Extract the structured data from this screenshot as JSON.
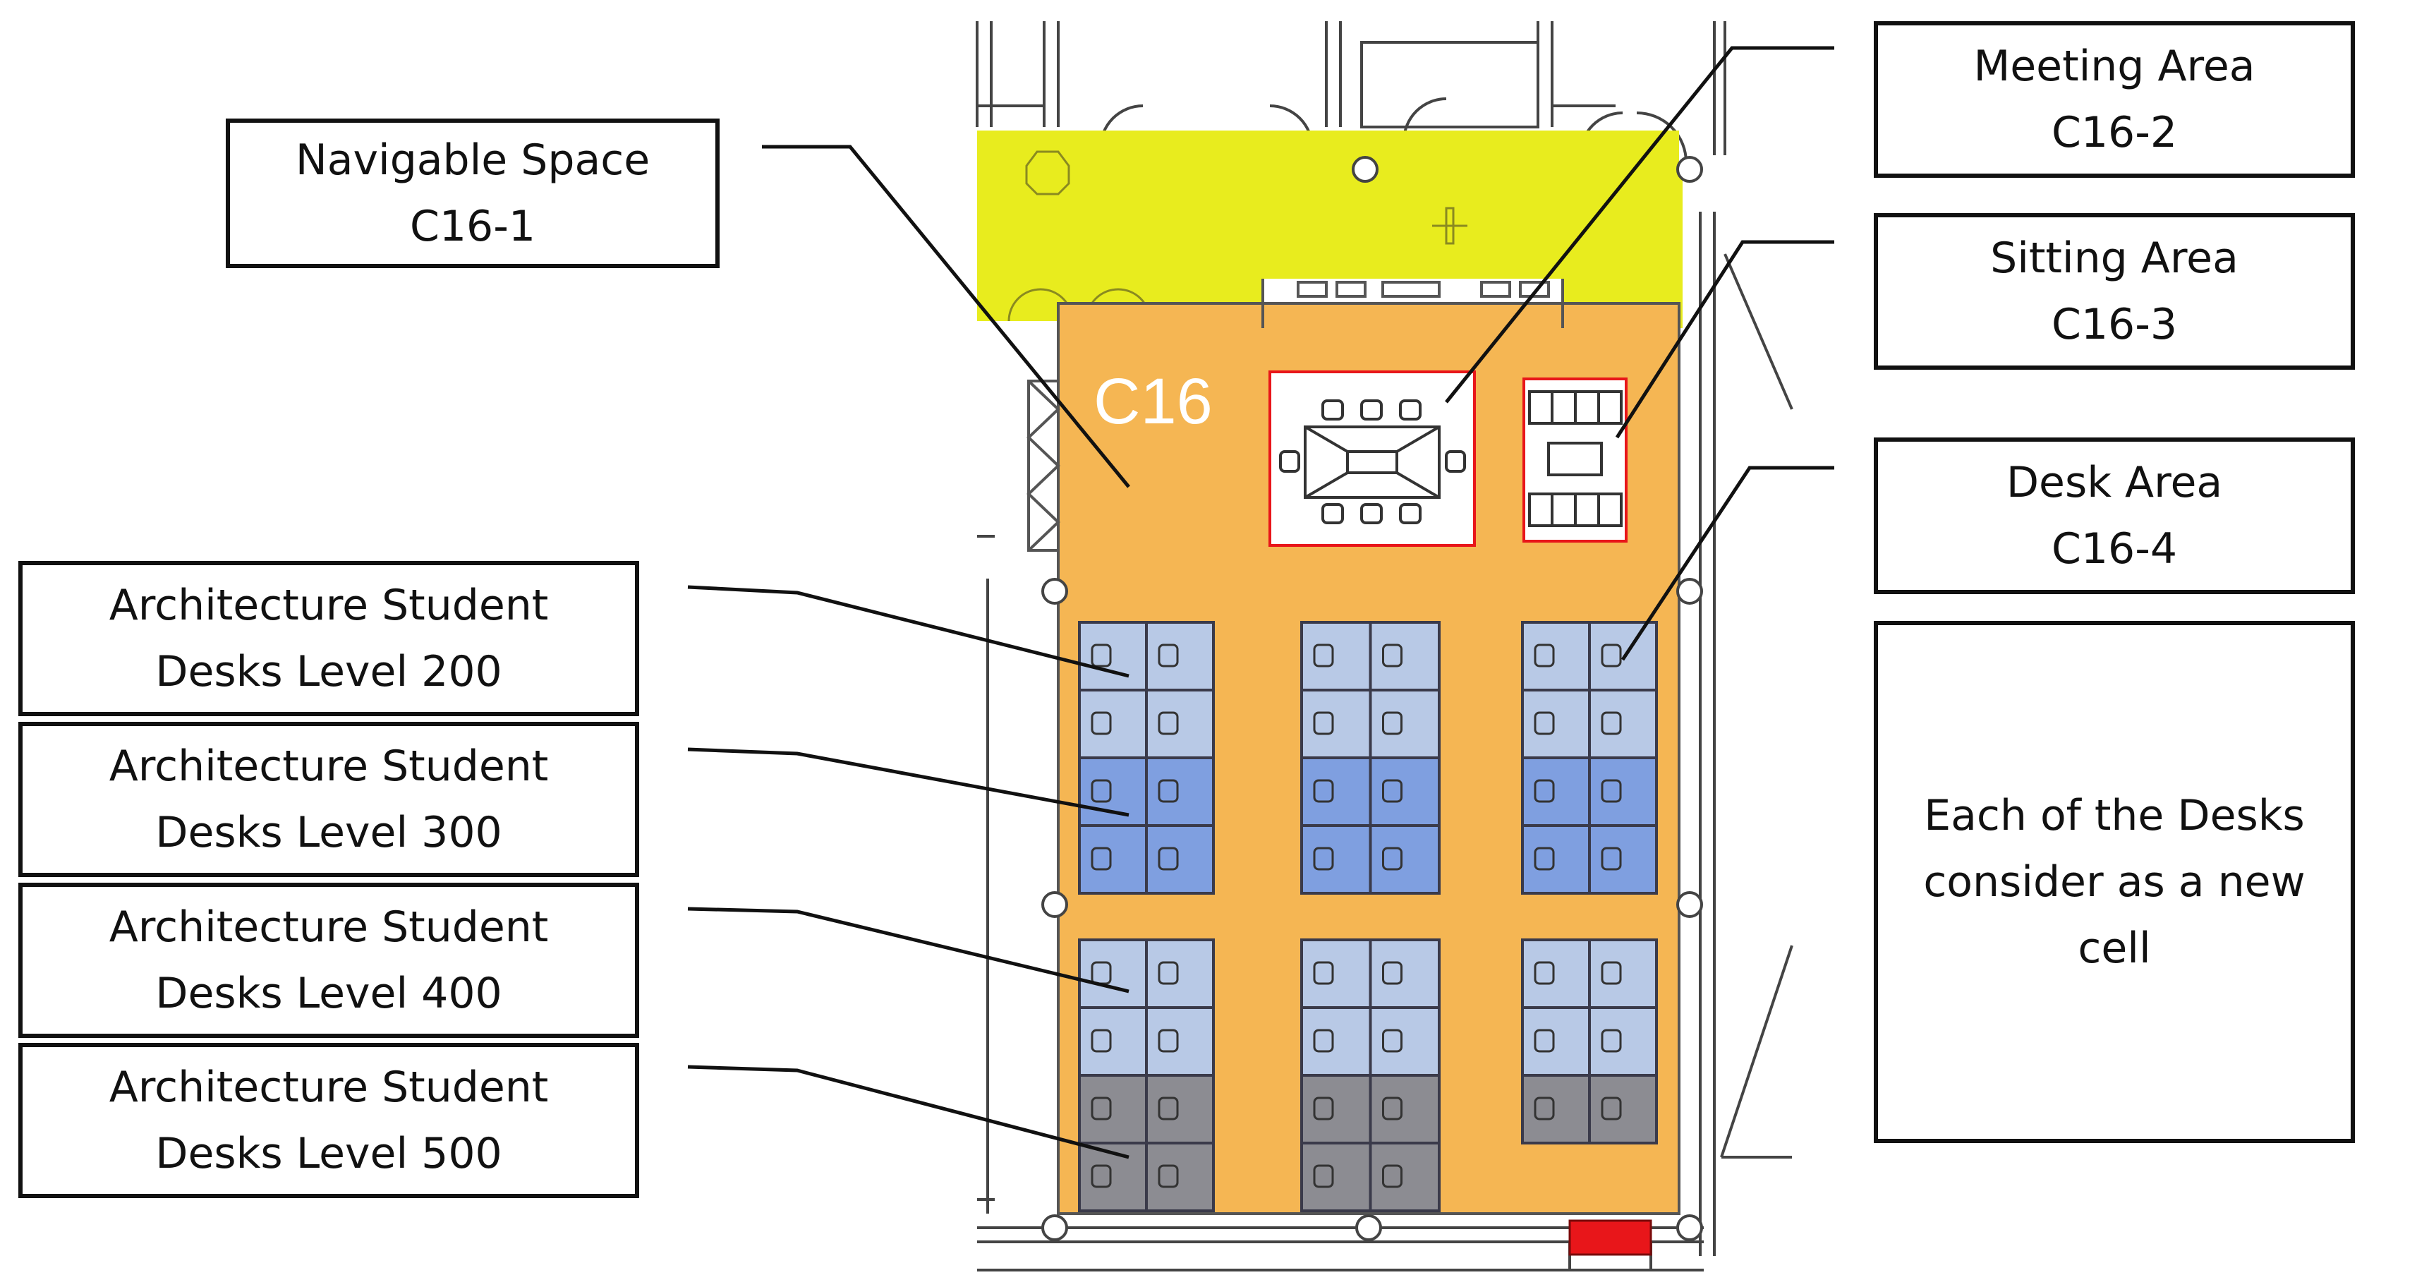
{
  "room_label": "C16",
  "callouts": {
    "navigable": {
      "line1": "Navigable Space",
      "line2": "C16-1"
    },
    "meeting": {
      "line1": "Meeting Area",
      "line2": "C16-2"
    },
    "sitting": {
      "line1": "Sitting Area",
      "line2": "C16-3"
    },
    "desk": {
      "line1": "Desk Area",
      "line2": "C16-4"
    },
    "note": {
      "line1": "Each of the Desks",
      "line2": "consider as a new",
      "line3": "cell"
    },
    "level200": {
      "line1": "Architecture Student",
      "line2": "Desks Level 200"
    },
    "level300": {
      "line1": "Architecture Student",
      "line2": "Desks Level 300"
    },
    "level400": {
      "line1": "Architecture Student",
      "line2": "Desks Level 400"
    },
    "level500": {
      "line1": "Architecture Student",
      "line2": "Desks Level 500"
    }
  },
  "colors": {
    "navigable_space": "#e8ec1e",
    "room_floor": "#f5b653",
    "desk_level_200": "#b8c9e6",
    "desk_level_300": "#7f9fe0",
    "desk_level_400": "#b8c9e6",
    "desk_level_500": "#8c8c92",
    "door_marker": "#e8161a",
    "zone_outline": "#e8161a"
  }
}
